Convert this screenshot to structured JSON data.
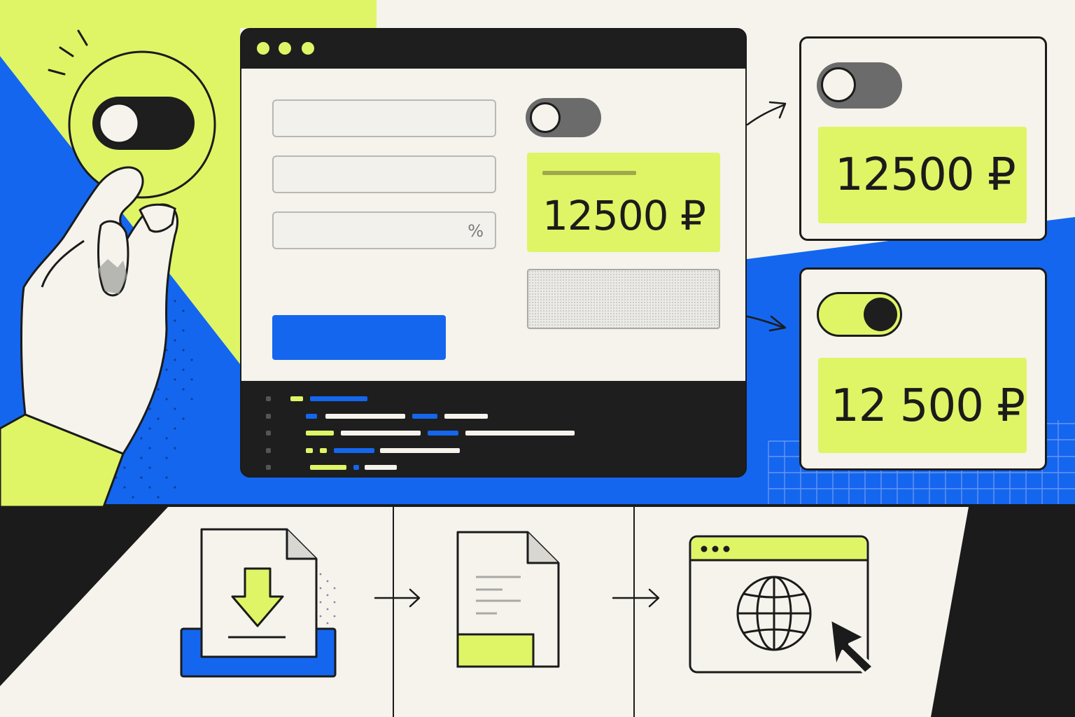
{
  "colors": {
    "accent_lime": "#dff566",
    "accent_blue": "#1466ee",
    "dark": "#1b1b1b",
    "paper": "#f5f3ec"
  },
  "form": {
    "field_percent_suffix": "%",
    "preview_price": "12500 ₽",
    "toggle_state": "off"
  },
  "variants": [
    {
      "toggle_state": "off",
      "price": "12500 ₽"
    },
    {
      "toggle_state": "on",
      "price": "12 500 ₽"
    }
  ],
  "icons": {
    "hero": "toggle-switch-icon",
    "step_1": "download-file-icon",
    "step_2": "document-icon",
    "step_3": "browser-globe-icon",
    "cursor": "mouse-pointer-icon"
  }
}
